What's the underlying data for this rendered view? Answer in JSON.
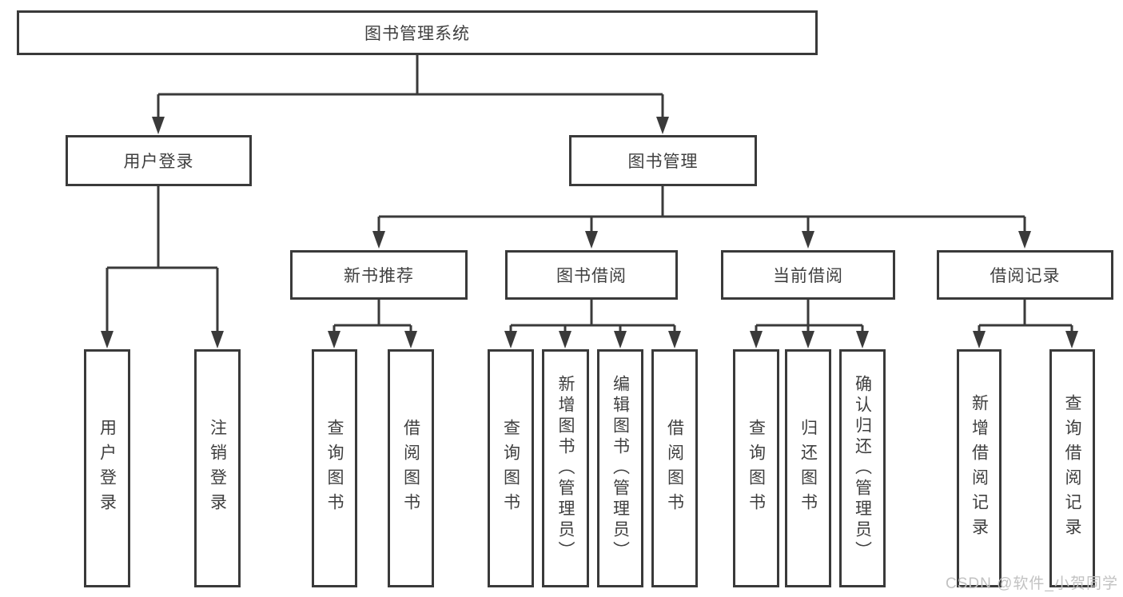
{
  "diagram_title": "图书管理系统",
  "colors": {
    "line": "#3a3a3a",
    "node_border": "#3a3a3a",
    "node_text": "#3f3f3f",
    "node_background": "#ffffff",
    "page_background": "#ffffff",
    "watermark_text_color": "#c2c2c2"
  },
  "tree": {
    "root": "图书管理系统",
    "branches": [
      {
        "label": "用户登录",
        "children": [
          "用户登录",
          "注销登录"
        ]
      },
      {
        "label": "图书管理",
        "groups": [
          {
            "label": "新书推荐",
            "children": [
              "查询图书",
              "借阅图书"
            ]
          },
          {
            "label": "图书借阅",
            "children": [
              "查询图书",
              "新增图书（管理员）",
              "编辑图书（管理员）",
              "借阅图书"
            ]
          },
          {
            "label": "当前借阅",
            "children": [
              "查询图书",
              "归还图书",
              "确认归还（管理员）"
            ]
          },
          {
            "label": "借阅记录",
            "children": [
              "新增借阅记录",
              "查询借阅记录"
            ]
          }
        ]
      }
    ]
  },
  "watermark": "CSDN @软件_小贺同学"
}
